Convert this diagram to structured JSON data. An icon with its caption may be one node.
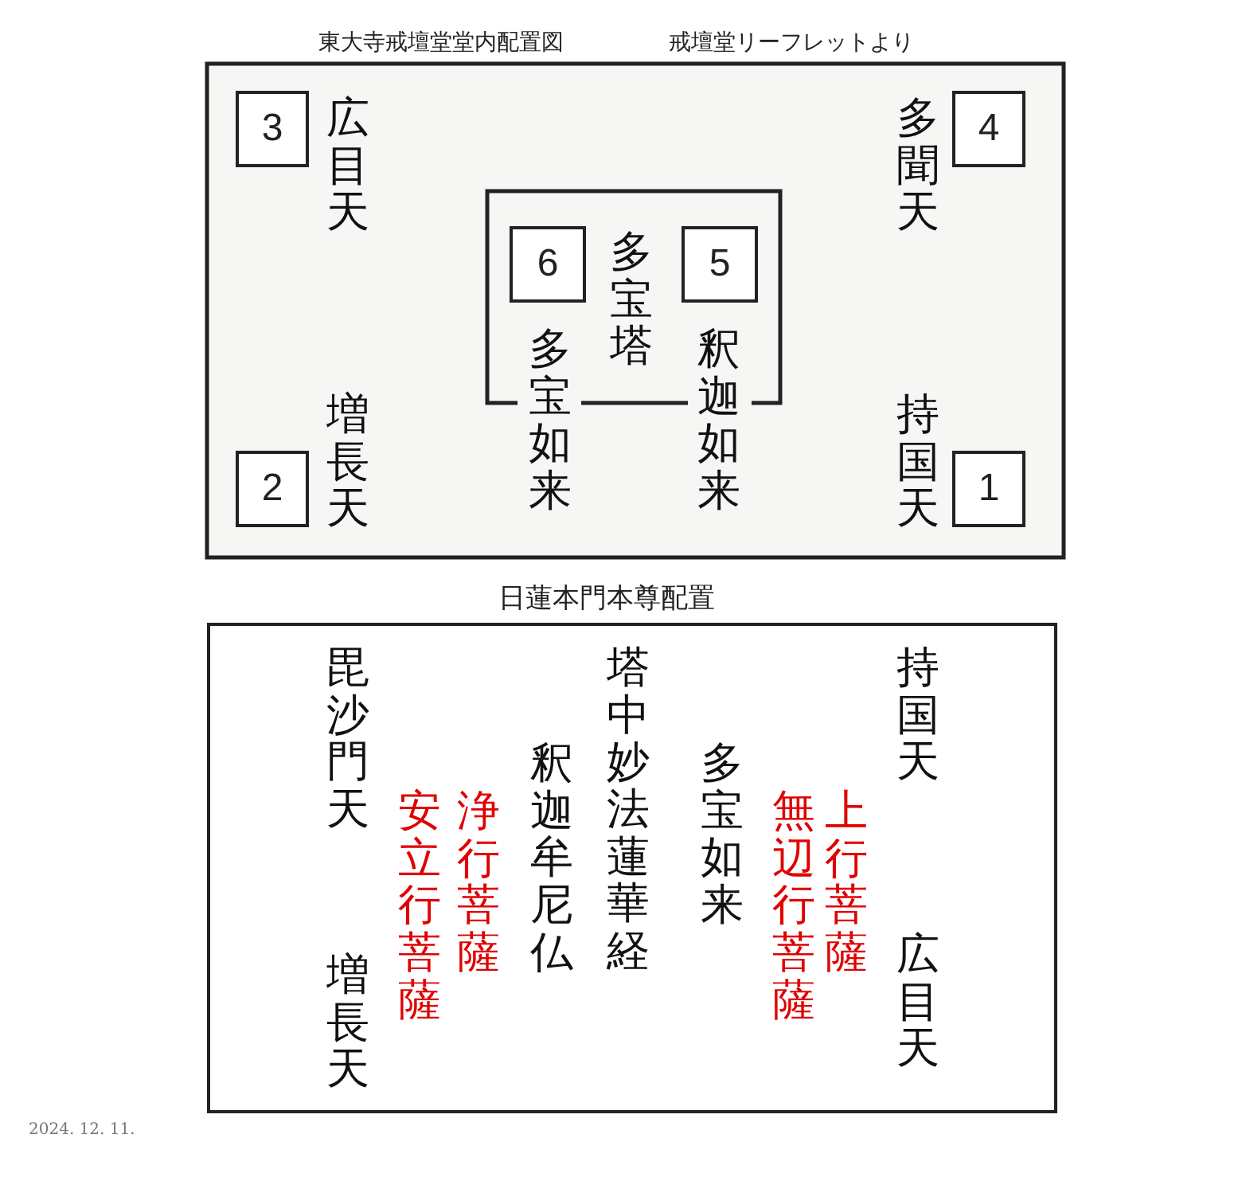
{
  "diagram": {
    "nodes": [
      {
        "text": [
          "東大寺戒壇堂堂内配置図",
          "戒壇堂リーフレットより"
        ]
      },
      {
        "text": [
          "3"
        ],
        "in": 0,
        "beside": [
          "広目天"
        ]
      },
      {
        "text": [
          "4"
        ],
        "in": 0,
        "beside": [
          "多聞天"
        ]
      },
      {
        "text": [
          "多宝塔"
        ],
        "in": 0
      },
      {
        "text": [
          "6"
        ],
        "in": 3,
        "beside": [
          "多宝如来"
        ]
      },
      {
        "text": [
          "5"
        ],
        "in": 3,
        "beside": [
          "釈迦如来"
        ]
      },
      {
        "text": [
          "2"
        ],
        "in": 0,
        "beside": [
          "増長天"
        ]
      },
      {
        "text": [
          "1"
        ],
        "in": 0,
        "beside": [
          "持国天"
        ]
      },
      {
        "text": [
          "日蓮本門本尊配置"
        ]
      }
    ],
    "edges": [],
    "labels": [
      "持国天",
      "広目天",
      "上行菩薩",
      "無辺行菩薩",
      "多宝如来",
      "塔中妙法蓮華経",
      "釈迦牟尼仏",
      "浄行菩薩",
      "安立行菩薩",
      "毘沙門天",
      "増長天",
      "2024. 12. 11."
    ]
  }
}
